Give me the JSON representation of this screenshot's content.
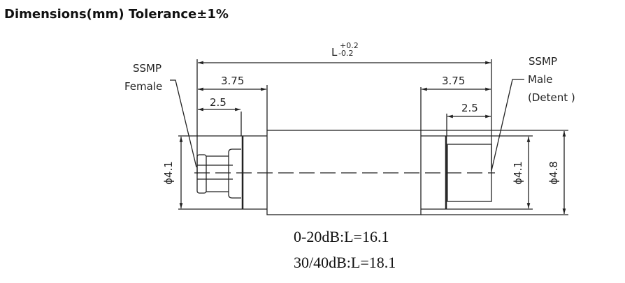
{
  "title": "Dimensions(mm) Tolerance±1%",
  "overall_length": {
    "symbol": "L",
    "upper_tol": "+0.2",
    "lower_tol": "-0.2"
  },
  "left": {
    "label_line1": "SSMP",
    "label_line2": "Female",
    "dim_a": "3.75",
    "dim_b": "2.5",
    "diameter": "ϕ4.1"
  },
  "right": {
    "label_line1": "SSMP",
    "label_line2": "Male",
    "label_line3": "(Detent )",
    "dim_a": "3.75",
    "dim_b": "2.5",
    "diameter_inner": "ϕ4.1",
    "diameter_outer": "ϕ4.8"
  },
  "notes": [
    "0-20dB:L=16.1",
    "30/40dB:L=18.1"
  ]
}
